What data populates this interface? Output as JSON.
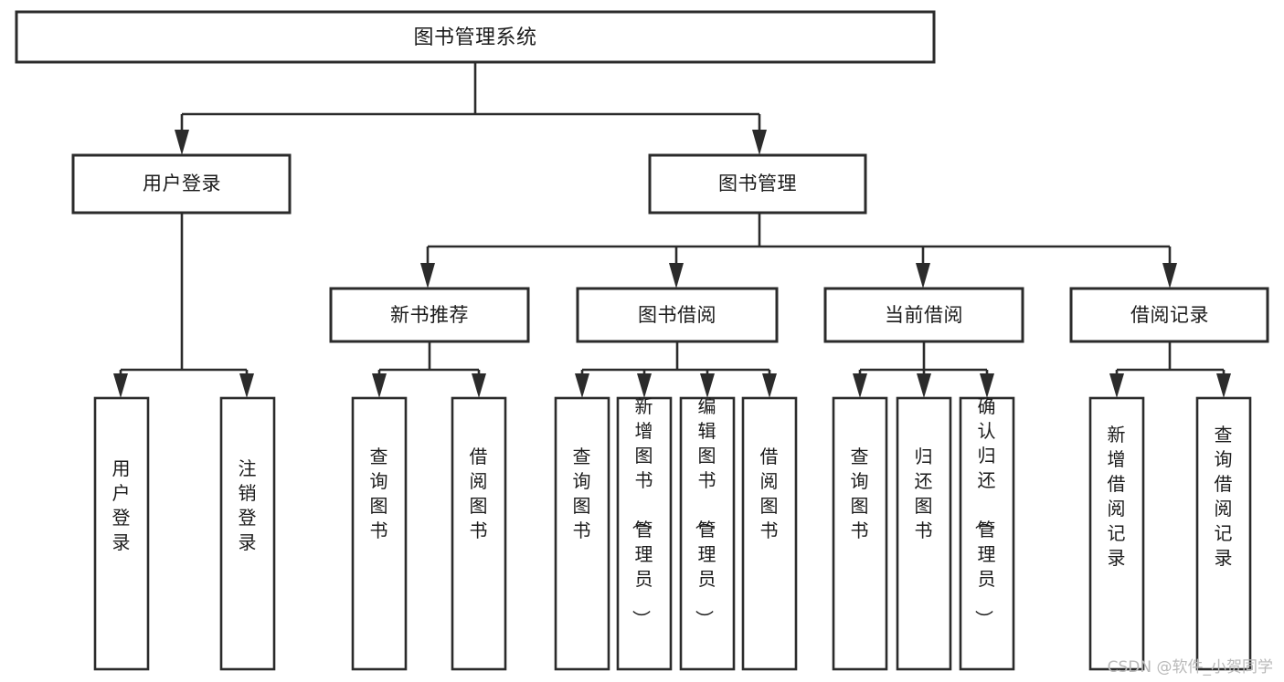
{
  "diagram": {
    "title": "图书管理系统",
    "type": "tree",
    "orientation": "top-down",
    "colors": {
      "box_stroke": "#2b2b2b",
      "box_fill": "#ffffff",
      "text": "#1b1b1b",
      "background": "#ffffff",
      "watermark": "#b9b9b9"
    },
    "root": {
      "label": "图书管理系统"
    },
    "level2": [
      {
        "label": "用户登录"
      },
      {
        "label": "图书管理"
      }
    ],
    "level3": [
      {
        "label": "新书推荐"
      },
      {
        "label": "图书借阅"
      },
      {
        "label": "当前借阅"
      },
      {
        "label": "借阅记录"
      }
    ],
    "leaves": {
      "user_login": [
        {
          "label": "用户登录"
        },
        {
          "label": "注销登录"
        }
      ],
      "new_book_recommend": [
        {
          "label": "查询图书"
        },
        {
          "label": "借阅图书"
        }
      ],
      "book_borrow": [
        {
          "label": "查询图书"
        },
        {
          "label": "新增图书（管理员）"
        },
        {
          "label": "编辑图书（管理员）"
        },
        {
          "label": "借阅图书"
        }
      ],
      "current_borrow": [
        {
          "label": "查询图书"
        },
        {
          "label": "归还图书"
        },
        {
          "label": "确认归还（管理员）"
        }
      ],
      "borrow_record": [
        {
          "label": "新增借阅记录"
        },
        {
          "label": "查询借阅记录"
        }
      ]
    }
  },
  "watermark": {
    "text": "CSDN @软件_小贺同学"
  }
}
